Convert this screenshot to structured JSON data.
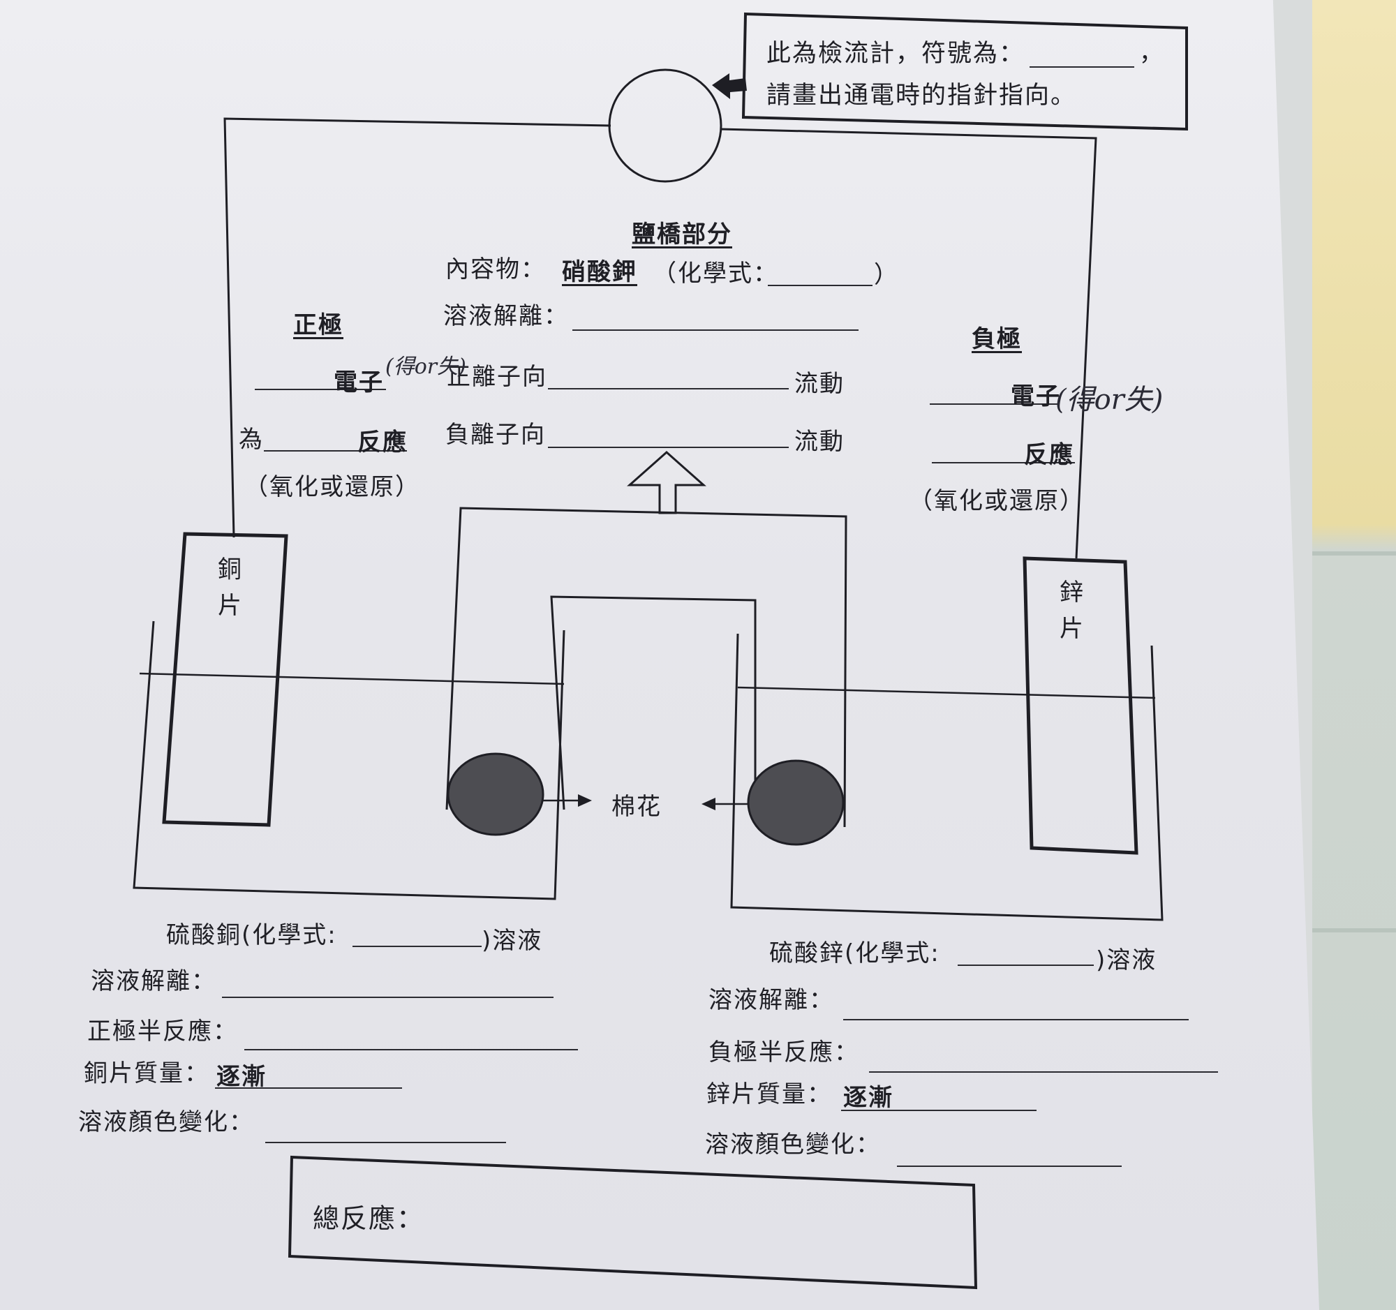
{
  "galvanometer_box": {
    "line1": "此為檢流計，符號為：",
    "comma": "，",
    "line2": "請畫出通電時的指針指向。"
  },
  "salt_bridge": {
    "title": "鹽橋部分",
    "content_label": "內容物：",
    "content_value": "硝酸鉀",
    "formula_label": "（化學式：",
    "formula_close": "）",
    "dissociation_label": "溶液解離：",
    "positive_ion_label": "正離子向",
    "negative_ion_label": "負離子向",
    "flow": "流動"
  },
  "positive_electrode": {
    "title": "正極",
    "electron": "電子",
    "handwritten_choice": "(得or失)",
    "for_label": "為",
    "reaction": "反應",
    "hint": "（氧化或還原）"
  },
  "negative_electrode": {
    "title": "負極",
    "electron": "電子",
    "handwritten_choice": "(得or失)",
    "reaction": "反應",
    "hint": "（氧化或還原）"
  },
  "copper_plate_label": "銅片",
  "zinc_plate_label": "鋅片",
  "cotton_label": "棉花",
  "left_solution": {
    "name": "硫酸銅(化學式:",
    "suffix": ")溶液",
    "dissociation": "溶液解離：",
    "half_reaction": "正極半反應：",
    "mass_label": "銅片質量：",
    "mass_value": "逐漸",
    "color_change": "溶液顏色變化："
  },
  "right_solution": {
    "name": "硫酸鋅(化學式:",
    "suffix": ")溶液",
    "dissociation": "溶液解離：",
    "half_reaction": "負極半反應：",
    "mass_label": "鋅片質量：",
    "mass_value": "逐漸",
    "color_change": "溶液顏色變化："
  },
  "total_reaction_label": "總反應："
}
